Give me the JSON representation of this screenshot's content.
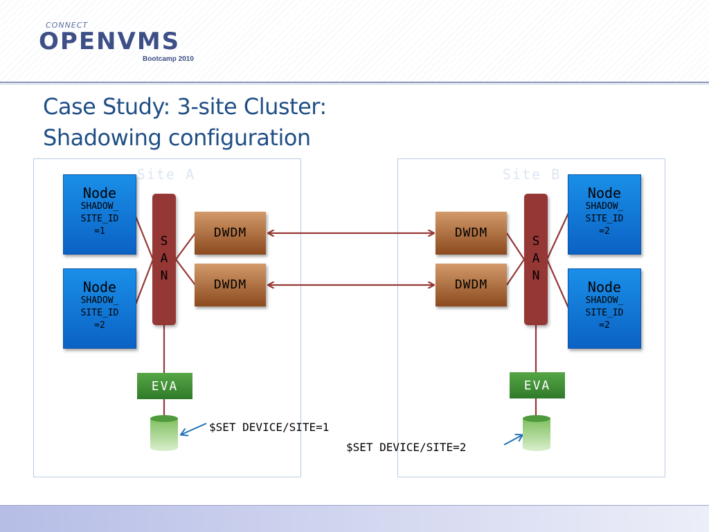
{
  "logo": {
    "connect": "CONNECT",
    "main": "OPENVMS",
    "sub": "Bootcamp 2010"
  },
  "title": {
    "line1": "Case Study: 3-site Cluster:",
    "line2": "Shadowing configuration"
  },
  "site_a": {
    "label": "Site A",
    "nodes": [
      {
        "title": "Node",
        "sub": "SHADOW_\nSITE_ID\n=1"
      },
      {
        "title": "Node",
        "sub": "SHADOW_\nSITE_ID\n=2"
      }
    ],
    "san": [
      "S",
      "A",
      "N"
    ],
    "dwdm": [
      "DWDM",
      "DWDM"
    ],
    "eva": "EVA",
    "command": "$SET DEVICE/SITE=1"
  },
  "site_b": {
    "label": "Site B",
    "nodes": [
      {
        "title": "Node",
        "sub": "SHADOW_\nSITE_ID\n=2"
      },
      {
        "title": "Node",
        "sub": "SHADOW_\nSITE_ID\n=2"
      }
    ],
    "san": [
      "S",
      "A",
      "N"
    ],
    "dwdm": [
      "DWDM",
      "DWDM"
    ],
    "eva": "EVA",
    "command": "$SET DEVICE/SITE=2"
  },
  "colors": {
    "title": "#1f4e85",
    "node": "#0b6fd6",
    "san": "#953735",
    "dwdm": "#b06a3a",
    "eva": "#3f8f37",
    "connector": "#953735",
    "pointer_arrow": "#1f6fb5"
  }
}
